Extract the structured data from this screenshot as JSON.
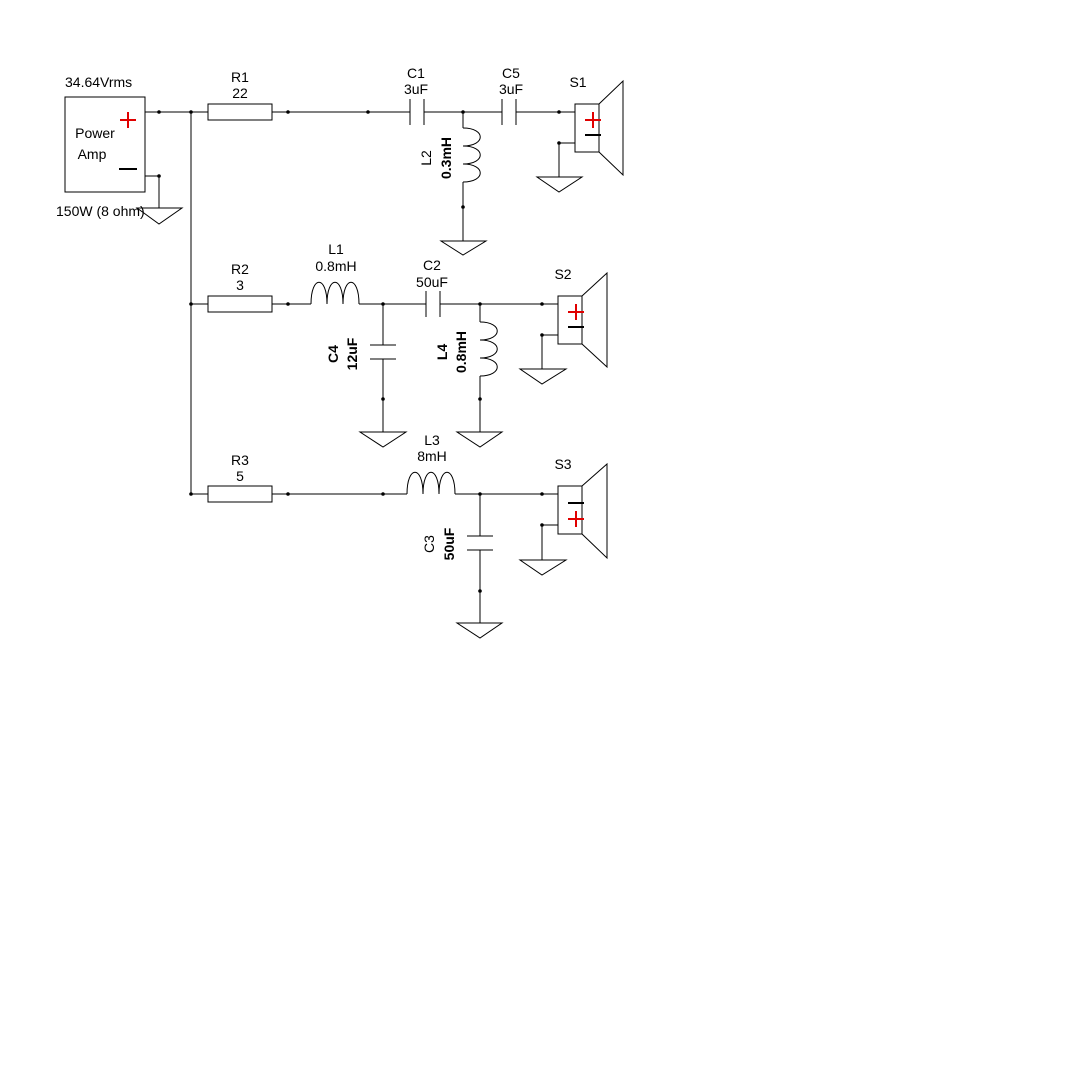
{
  "amp": {
    "voltage": "34.64Vrms",
    "label_line1": "Power",
    "label_line2": "Amp",
    "rating": "150W (8 ohm)"
  },
  "components": {
    "R1": {
      "ref": "R1",
      "value": "22"
    },
    "R2": {
      "ref": "R2",
      "value": "3"
    },
    "R3": {
      "ref": "R3",
      "value": "5"
    },
    "C1": {
      "ref": "C1",
      "value": "3uF"
    },
    "C5": {
      "ref": "C5",
      "value": "3uF"
    },
    "C2": {
      "ref": "C2",
      "value": "50uF"
    },
    "C3": {
      "ref": "C3",
      "value": "50uF"
    },
    "C4": {
      "ref": "C4",
      "value": "12uF"
    },
    "L1": {
      "ref": "L1",
      "value": "0.8mH"
    },
    "L2": {
      "ref": "L2",
      "value": "0.3mH"
    },
    "L3": {
      "ref": "L3",
      "value": "8mH"
    },
    "L4": {
      "ref": "L4",
      "value": "0.8mH"
    }
  },
  "speakers": {
    "S1": {
      "ref": "S1"
    },
    "S2": {
      "ref": "S2"
    },
    "S3": {
      "ref": "S3"
    }
  },
  "colors": {
    "polarity_plus": "#e00000",
    "wire": "#000000"
  }
}
